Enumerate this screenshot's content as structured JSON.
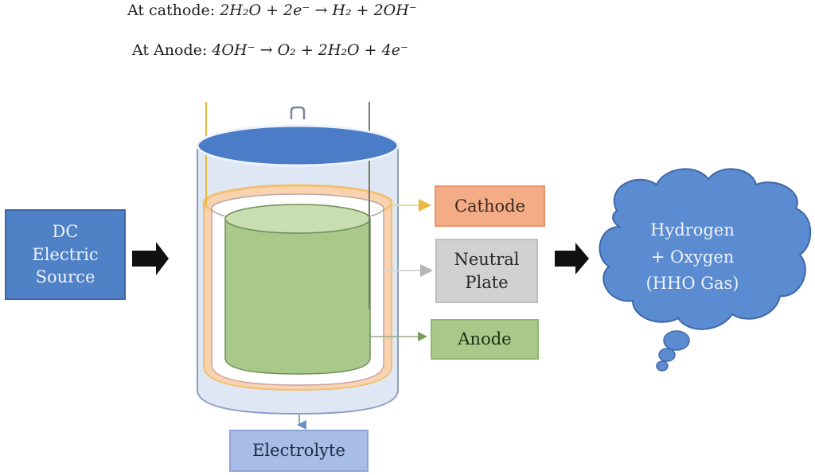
{
  "equations": {
    "cathode": {
      "label": "At cathode:",
      "formula": "2H₂O + 2e⁻ → H₂ + 2OH⁻"
    },
    "anode": {
      "label": "At Anode:",
      "formula": "4OH⁻ → O₂ + 2H₂O + 4e⁻"
    }
  },
  "source": {
    "lines": [
      "DC",
      "Electric",
      "Source"
    ]
  },
  "electrodes": {
    "cathode": "Cathode",
    "neutral": [
      "Neutral",
      "Plate"
    ],
    "anode": "Anode"
  },
  "electrolyte": "Electrolyte",
  "output": {
    "lines": [
      "Hydrogen",
      "+ Oxygen",
      "(HHO Gas)"
    ]
  },
  "colors": {
    "source_blue": "#4f81c7",
    "cathode_orange": "#f4ac86",
    "neutral_gray": "#d1d1d1",
    "anode_green": "#a9c98a",
    "electrolyte_blue": "#a7bde5",
    "lid_blue": "#4a7cc7",
    "cloud_blue": "#5b8bd0"
  }
}
